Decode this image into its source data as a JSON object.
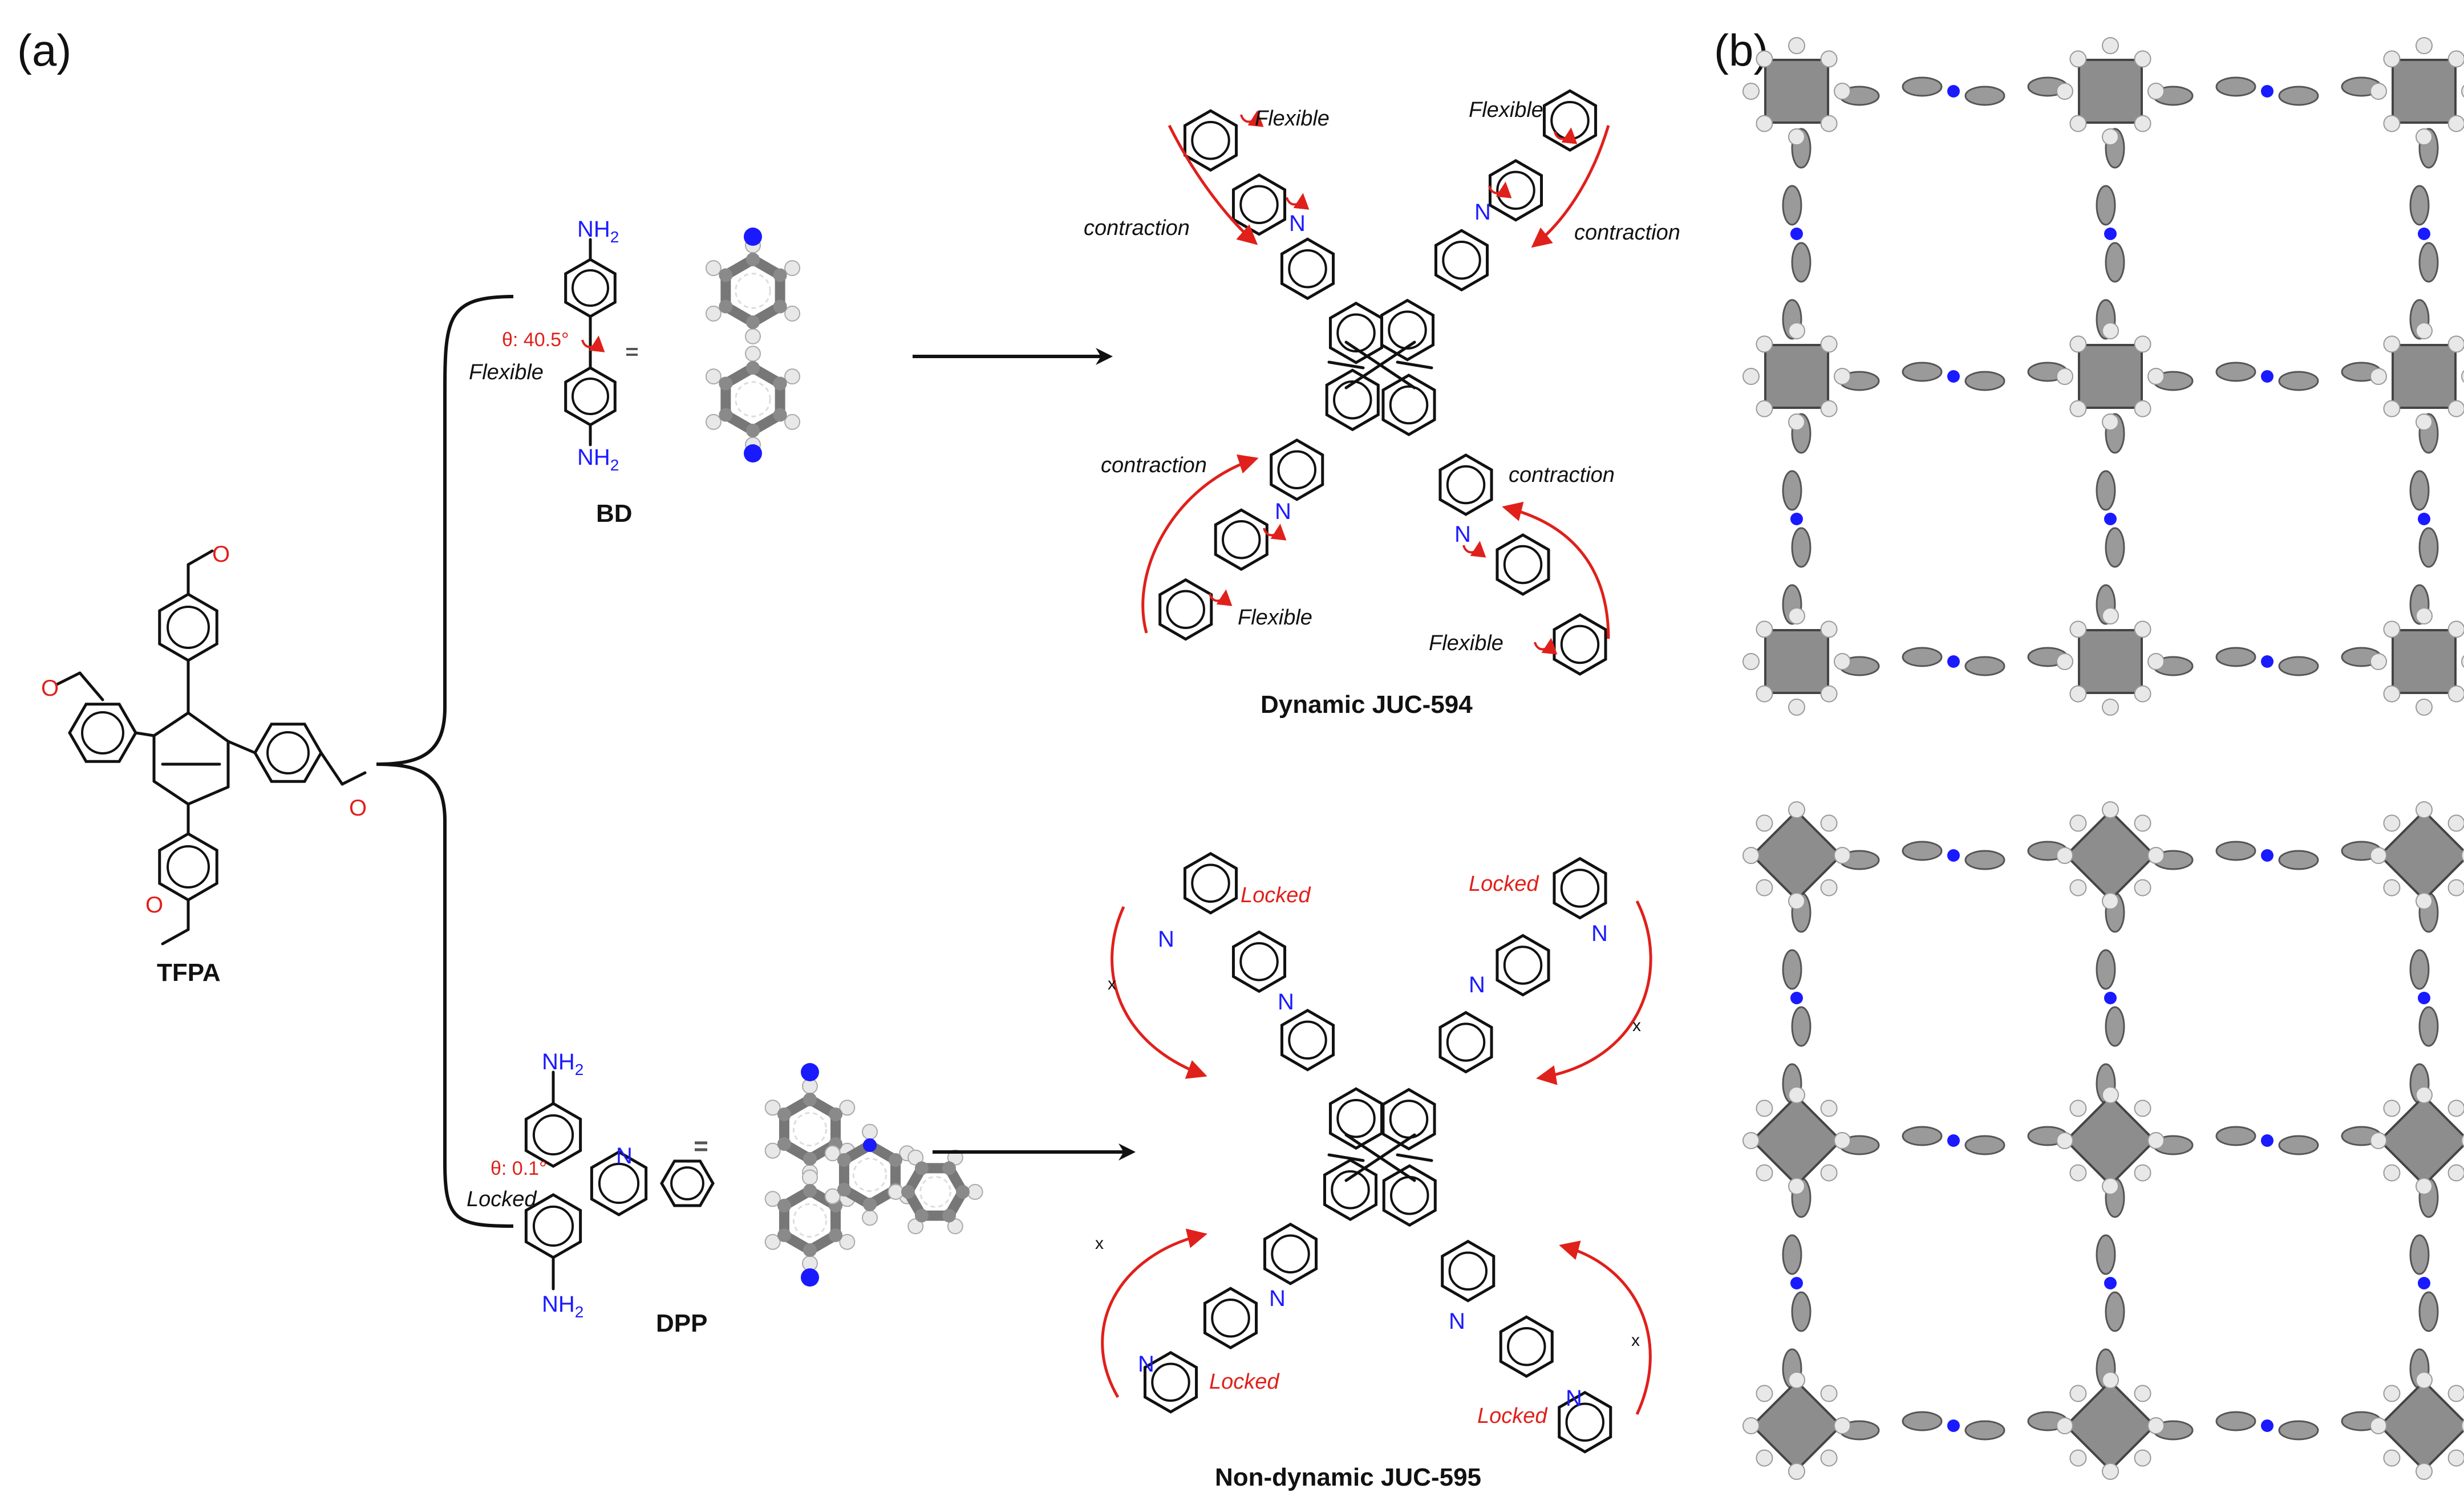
{
  "panels": {
    "a": "(a)",
    "b": "(b)"
  },
  "molecules": {
    "tfpa": "TFPA",
    "bd": "BD",
    "dpp": "DPP",
    "nh2": "NH",
    "nh2_sub": "2",
    "n": "N",
    "o": "O"
  },
  "angles": {
    "bd": "θ: 40.5°",
    "dpp": "θ: 0.1°"
  },
  "states": {
    "flexible": "Flexible",
    "locked": "Locked",
    "contraction": "contraction",
    "cross": "x"
  },
  "frameworks": {
    "dynamic": "Dynamic JUC-594",
    "nondynamic": "Non-dynamic JUC-595"
  },
  "colors": {
    "red": "#e0201b",
    "nitrogen": "#1a1aff",
    "carbon": "#7a7a7a",
    "hydrogen": "#e8e8e8",
    "bond": "#111111"
  }
}
